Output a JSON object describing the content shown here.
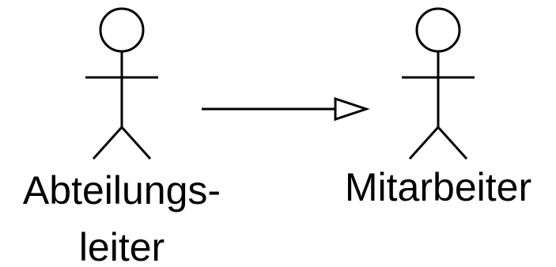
{
  "actors": [
    {
      "id": "abteilungsleiter",
      "label_lines": [
        "Abteilungs-",
        "leiter"
      ]
    },
    {
      "id": "mitarbeiter",
      "label_lines": [
        "Mitarbeiter"
      ]
    }
  ],
  "relationship": {
    "type": "generalization",
    "from": "abteilungsleiter",
    "to": "mitarbeiter"
  }
}
